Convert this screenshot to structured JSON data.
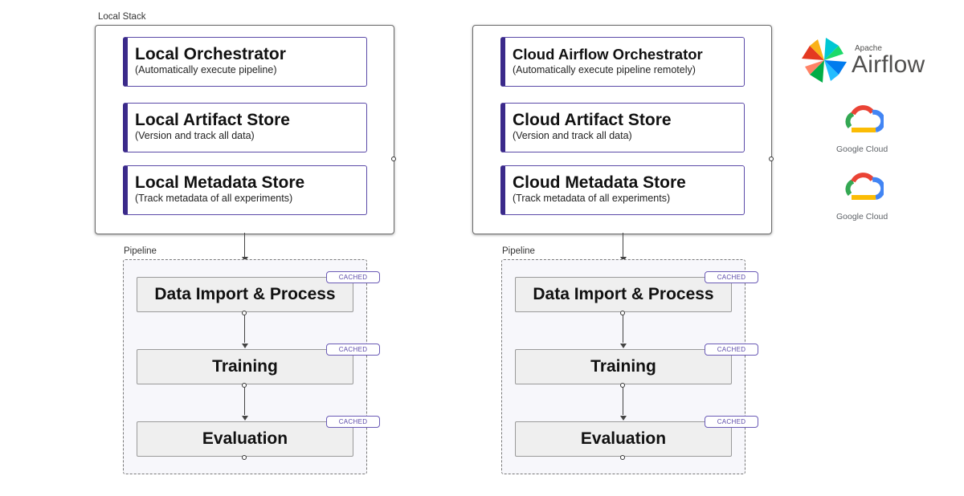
{
  "left_stack": {
    "label": "Local Stack",
    "components": [
      {
        "title": "Local Orchestrator",
        "subtitle": "(Automatically execute pipeline)"
      },
      {
        "title": "Local Artifact Store",
        "subtitle": "(Version and track all data)"
      },
      {
        "title": "Local Metadata Store",
        "subtitle": "(Track metadata of all experiments)"
      }
    ],
    "pipeline": {
      "label": "Pipeline",
      "steps": [
        {
          "label": "Data Import & Process",
          "badge": "CACHED"
        },
        {
          "label": "Training",
          "badge": "CACHED"
        },
        {
          "label": "Evaluation",
          "badge": "CACHED"
        }
      ]
    }
  },
  "right_stack": {
    "components": [
      {
        "title": "Cloud Airflow Orchestrator",
        "subtitle": "(Automatically execute pipeline remotely)"
      },
      {
        "title": "Cloud Artifact Store",
        "subtitle": "(Version and track all data)"
      },
      {
        "title": "Cloud Metadata Store",
        "subtitle": "(Track metadata of all experiments)"
      }
    ],
    "pipeline": {
      "label": "Pipeline",
      "steps": [
        {
          "label": "Data Import & Process",
          "badge": "CACHED"
        },
        {
          "label": "Training",
          "badge": "CACHED"
        },
        {
          "label": "Evaluation",
          "badge": "CACHED"
        }
      ]
    }
  },
  "logos": {
    "airflow": {
      "small": "Apache",
      "name": "Airflow",
      "icon": "airflow-pinwheel-icon"
    },
    "google_cloud": [
      {
        "label": "Google Cloud",
        "icon": "google-cloud-icon"
      },
      {
        "label": "Google Cloud",
        "icon": "google-cloud-icon"
      }
    ]
  },
  "colors": {
    "accent": "#3b2a8a",
    "card_border": "#5b4aa8",
    "badge": "#5b4aa8",
    "pipeline_bg": "#f7f7fb",
    "step_bg": "#efefef"
  }
}
